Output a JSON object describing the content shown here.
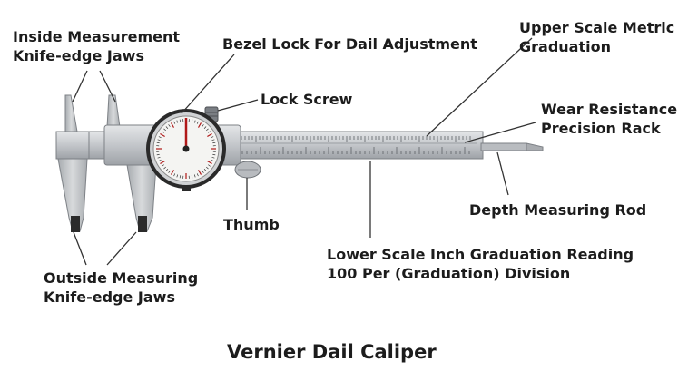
{
  "title": "Vernier Dail Caliper",
  "labels": {
    "inside_jaws": [
      "Inside Measurement",
      "Knife-edge Jaws"
    ],
    "bezel_lock": "Bezel Lock For Dail Adjustment",
    "upper_scale": [
      "Upper Scale Metric",
      "Graduation"
    ],
    "lock_screw": "Lock Screw",
    "wear_rack": [
      "Wear Resistance",
      "Precision Rack"
    ],
    "depth_rod": "Depth Measuring Rod",
    "thumb": "Thumb",
    "lower_scale": [
      "Lower Scale Inch Graduation Reading",
      "100 Per (Graduation) Division"
    ],
    "outside_jaws": [
      "Outside Measuring",
      "Knife-edge Jaws"
    ]
  },
  "colors": {
    "label_text": "#1c1c1c",
    "leader_line": "#333333",
    "steel": "#c9ccd0",
    "steel_dark": "#8a8e93",
    "dial_face": "#f4f4f2",
    "dial_rim": "#2a2a2a",
    "needle": "#b01818"
  }
}
